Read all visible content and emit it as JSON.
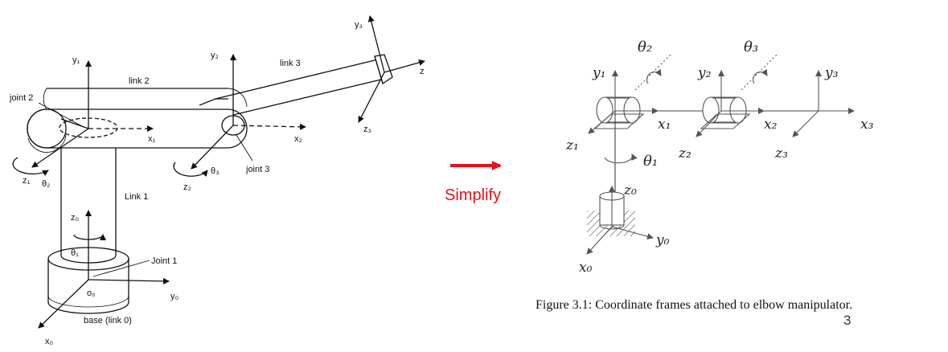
{
  "left_diagram": {
    "labels": {
      "y1": "y₁",
      "link2": "link 2",
      "y2": "y₂",
      "link3": "link 3",
      "y3": "y₃",
      "z_top": "z",
      "joint2": "joint 2",
      "x1": "x₁",
      "x2": "x₂",
      "z3": "z₃",
      "z1": "z₁",
      "theta2": "θ₂",
      "theta3": "θ₃",
      "z2": "z₂",
      "joint3": "joint 3",
      "link1": "Link 1",
      "z0": "z₀",
      "theta1": "θ₁",
      "joint1": "Joint 1",
      "o0": "o₀",
      "y0": "y₀",
      "base": "base (link 0)",
      "x0": "x₀"
    }
  },
  "center": {
    "simplify_label": "Simplify",
    "arrow_color": "#e3121b"
  },
  "right_diagram": {
    "labels": {
      "theta2": "θ₂",
      "theta3": "θ₃",
      "y1": "y₁",
      "y2": "y₂",
      "y3": "y₃",
      "x1": "x₁",
      "x2": "x₂",
      "x3": "x₃",
      "z1": "z₁",
      "z2": "z₂",
      "z3": "z₃",
      "theta1": "θ₁",
      "z0": "z₀",
      "y0": "y₀",
      "x0": "x₀"
    },
    "caption": "Figure 3.1: Coordinate frames attached to elbow manipulator."
  },
  "slide_number": "3"
}
